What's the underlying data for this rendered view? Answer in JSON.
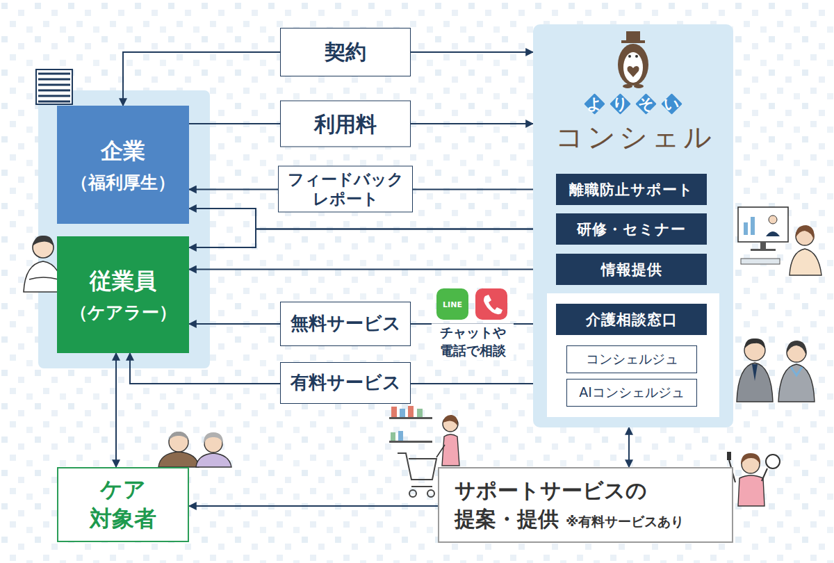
{
  "diagram": {
    "nodes": [
      {
        "text": [
          "企業",
          "（福利厚生）"
        ]
      },
      {
        "text": [
          "従業員",
          "（ケアラー）"
        ]
      },
      {
        "text": [
          "ケア 対象者"
        ]
      },
      {
        "text": [
          "よりそい",
          "コンシェル"
        ]
      },
      {
        "text": [
          "離職防止サポート"
        ],
        "in": 3
      },
      {
        "text": [
          "研修・セミナー"
        ],
        "in": 3
      },
      {
        "text": [
          "情報提供"
        ],
        "in": 3
      },
      {
        "text": [
          "介護相談窓口"
        ],
        "in": 3
      },
      {
        "text": [
          "コンシェルジュ"
        ],
        "in": 3
      },
      {
        "text": [
          "AIコンシェルジュ"
        ],
        "in": 3
      },
      {
        "text": [
          "サポートサービスの 提案・提供",
          "※有料サービスあり"
        ]
      }
    ],
    "edges": [
      {
        "from": 0,
        "to": 3,
        "label": "契約",
        "arrow": "both"
      },
      {
        "from": 0,
        "to": 3,
        "label": "利用料",
        "arrow": "to"
      },
      {
        "from": 4,
        "to": 0,
        "label": "フィードバック レポート",
        "arrow": "to"
      },
      {
        "from": 5,
        "to": 0,
        "arrow": "to"
      },
      {
        "from": 5,
        "to": 1,
        "arrow": "to"
      },
      {
        "from": 6,
        "to": 1,
        "arrow": "to"
      },
      {
        "from": 1,
        "to": 7,
        "label": "無料サービス",
        "arrow": "both"
      },
      {
        "from": 1,
        "to": 9,
        "label": "有料サービス",
        "arrow": "both"
      },
      {
        "from": 1,
        "to": 2,
        "arrow": "both"
      },
      {
        "from": 3,
        "to": 10,
        "arrow": "both"
      },
      {
        "from": 10,
        "to": 2,
        "arrow": "to"
      }
    ],
    "labels": [
      "LINE",
      "チャットや 電話で相談"
    ]
  }
}
